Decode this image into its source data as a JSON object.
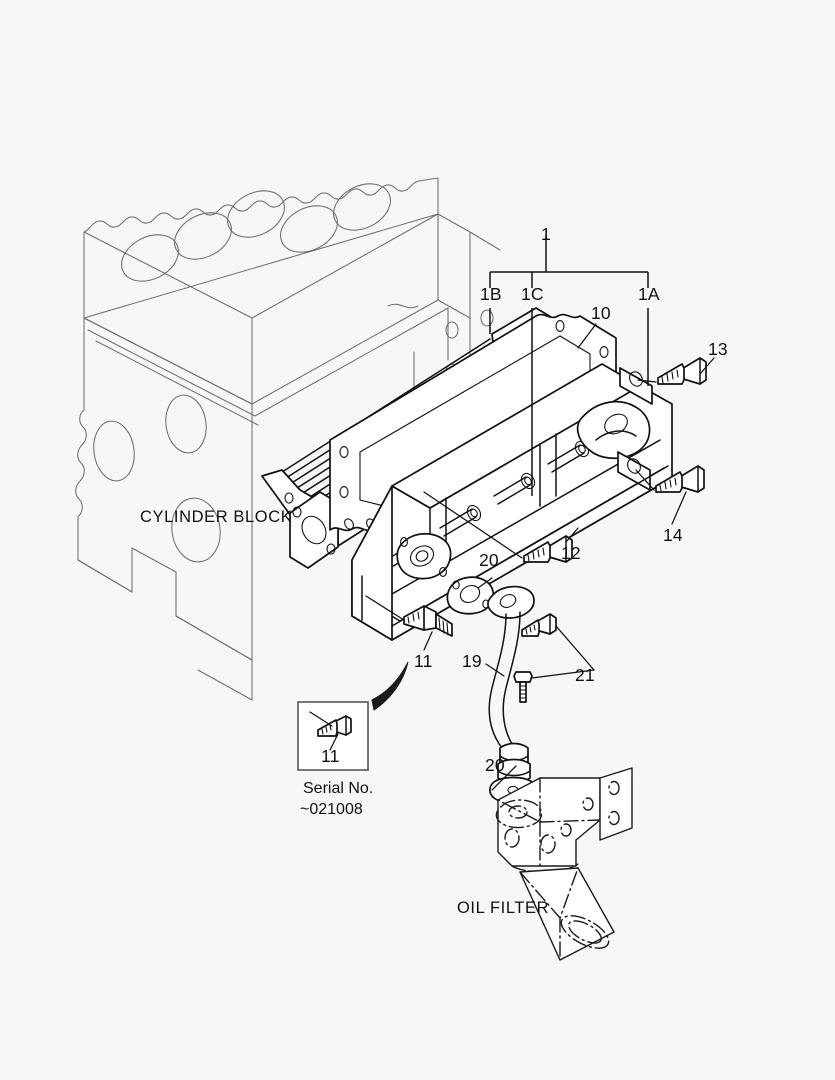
{
  "diagram": {
    "title": "Engine Oil Cooler and Oil Filter Parts Diagram",
    "background_color": "#f7f7f7",
    "line_color": "#111111",
    "ghost_line_color": "#6e6e6e"
  },
  "captions": {
    "cylinder_block": "CYLINDER BLOCK",
    "oil_filter": "OIL FILTER"
  },
  "assembly_bracket": {
    "group_label": "1",
    "members": [
      {
        "label": "1B",
        "name": "oil-cooler-core"
      },
      {
        "label": "1C",
        "name": "oil-cooler-core-gasket"
      },
      {
        "label": "1A",
        "name": "oil-cooler-housing"
      }
    ]
  },
  "callouts": [
    {
      "id": "c1",
      "label": "1",
      "name": "callout-1-oil-cooler-assembly"
    },
    {
      "id": "c1b",
      "label": "1B",
      "name": "callout-1b-cooler-core"
    },
    {
      "id": "c1c",
      "label": "1C",
      "name": "callout-1c-core-gasket"
    },
    {
      "id": "c1a",
      "label": "1A",
      "name": "callout-1a-cooler-housing"
    },
    {
      "id": "c10",
      "label": "10",
      "name": "callout-10-cooler-gasket"
    },
    {
      "id": "c13",
      "label": "13",
      "name": "callout-13-flange-bolt-upper"
    },
    {
      "id": "c14",
      "label": "14",
      "name": "callout-14-flange-bolt-lower"
    },
    {
      "id": "c12",
      "label": "12",
      "name": "callout-12-flange-bolt"
    },
    {
      "id": "c11",
      "label": "11",
      "name": "callout-11-stud-bolt"
    },
    {
      "id": "c20a",
      "label": "20",
      "name": "callout-20-pipe-gasket-upper"
    },
    {
      "id": "c20b",
      "label": "20",
      "name": "callout-20-pipe-gasket-lower"
    },
    {
      "id": "c19",
      "label": "19",
      "name": "callout-19-oil-pipe"
    },
    {
      "id": "c21",
      "label": "21",
      "name": "callout-21-pipe-bolts"
    }
  ],
  "inset": {
    "item_label": "11",
    "note_line1": "Serial No.",
    "note_line2": "~021008"
  }
}
